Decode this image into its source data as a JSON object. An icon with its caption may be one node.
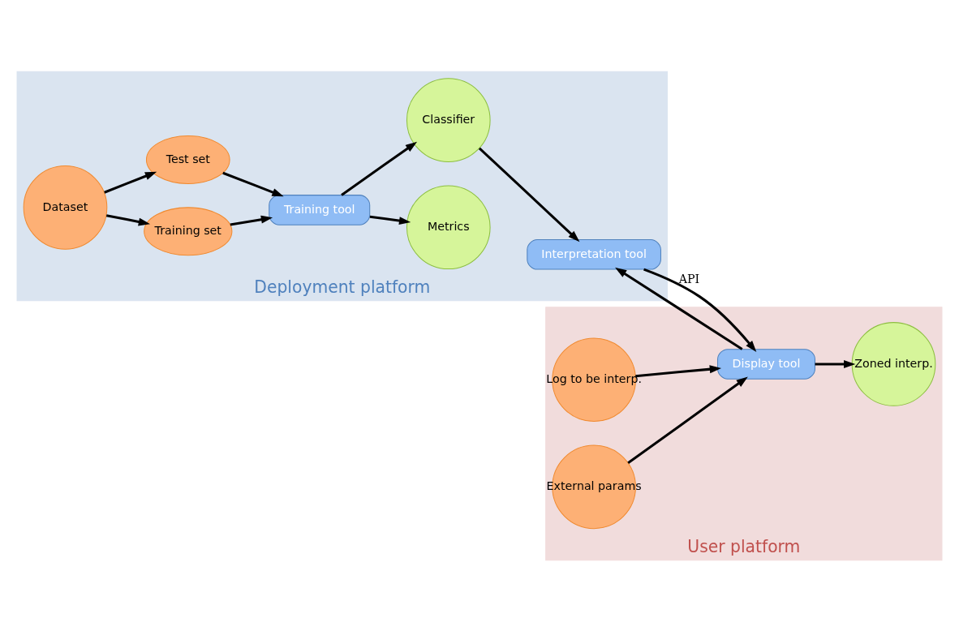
{
  "diagram": {
    "nodes": [
      {
        "text": [
          "Deployment platform"
        ]
      },
      {
        "text": [
          "Dataset"
        ],
        "in": 0
      },
      {
        "text": [
          "Training set"
        ],
        "in": 0
      },
      {
        "text": [
          "Test set"
        ],
        "in": 0
      },
      {
        "text": [
          "Training tool"
        ],
        "in": 0
      },
      {
        "text": [
          "Metrics"
        ],
        "in": 0
      },
      {
        "text": [
          "Classifier"
        ],
        "in": 0
      },
      {
        "text": [
          "Interpretation tool"
        ],
        "in": 0
      },
      {
        "text": [
          "User platform"
        ]
      },
      {
        "text": [
          "Log to be interp."
        ],
        "in": 8
      },
      {
        "text": [
          "External params"
        ],
        "in": 8
      },
      {
        "text": [
          "Display tool"
        ],
        "in": 8
      },
      {
        "text": [
          "Zoned interp."
        ],
        "in": 8
      }
    ],
    "edges": [
      {
        "from": 1,
        "to": 2,
        "arrow": "to"
      },
      {
        "from": 1,
        "to": 3,
        "arrow": "to"
      },
      {
        "from": 2,
        "to": 4,
        "arrow": "to"
      },
      {
        "from": 3,
        "to": 4,
        "arrow": "to"
      },
      {
        "from": 4,
        "to": 5,
        "arrow": "to"
      },
      {
        "from": 4,
        "to": 6,
        "arrow": "to"
      },
      {
        "from": 6,
        "to": 7,
        "arrow": "to"
      },
      {
        "from": 11,
        "to": 7,
        "arrow": "to"
      },
      {
        "from": 7,
        "to": 11,
        "arrow": "to",
        "label": "API"
      },
      {
        "from": 9,
        "to": 11,
        "arrow": "to"
      },
      {
        "from": 10,
        "to": 11,
        "arrow": "to"
      },
      {
        "from": 11,
        "to": 12,
        "arrow": "to"
      }
    ]
  }
}
